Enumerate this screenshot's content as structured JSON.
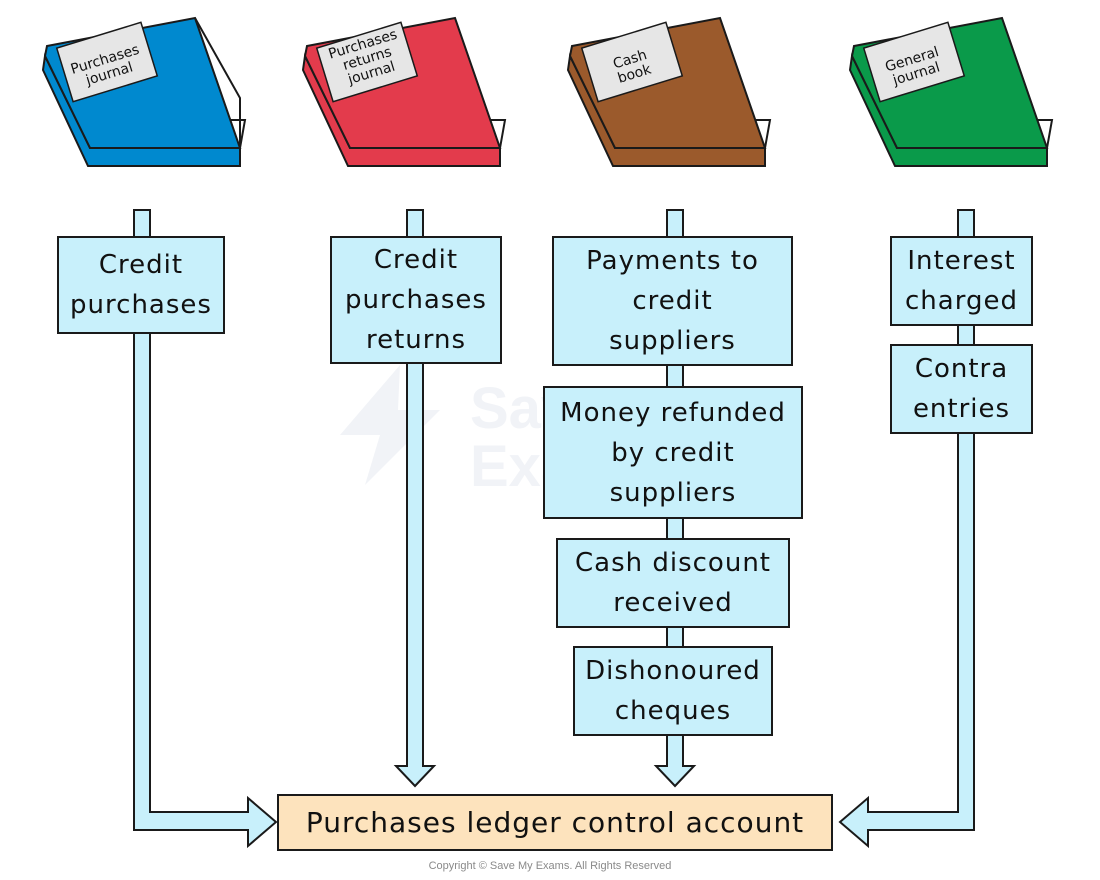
{
  "books": [
    {
      "label": "Purchases\njournal",
      "color": "#0089cf"
    },
    {
      "label": "Purchases\nreturns\njournal",
      "color": "#e33b4c"
    },
    {
      "label": "Cash\nbook",
      "color": "#9b5a2c"
    },
    {
      "label": "General\njournal",
      "color": "#0a9a4a"
    }
  ],
  "boxes": {
    "credit_purchases": "Credit\npurchases",
    "credit_purchases_returns": "Credit\npurchases\nreturns",
    "payments_to_credit_suppliers": "Payments to\ncredit\nsuppliers",
    "money_refunded": "Money refunded\nby credit\nsuppliers",
    "cash_discount_received": "Cash discount\nreceived",
    "dishonoured_cheques": "Dishonoured\ncheques",
    "interest_charged": "Interest\ncharged",
    "contra_entries": "Contra\nentries"
  },
  "target": "Purchases ledger control account",
  "watermark": "Save My\nExams",
  "copyright": "Copyright © Save My Exams. All Rights Reserved"
}
